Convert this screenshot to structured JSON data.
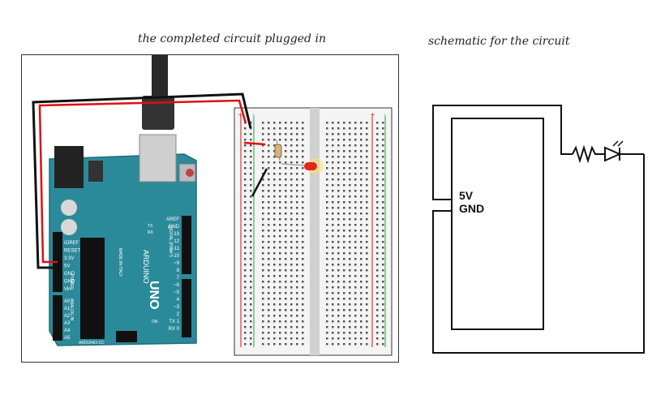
{
  "captions": {
    "photo": "the completed circuit plugged in",
    "schematic": "schematic for the circuit"
  },
  "board": {
    "brand": "ARDUINO",
    "model": "UNO",
    "site": "ARDUINO.CC",
    "made_in": "MADE IN ITALY",
    "power_labels": [
      "IOREF",
      "RESET",
      "3.3V",
      "5V",
      "GND",
      "GND",
      "Vin"
    ],
    "power_header": "POWER",
    "analog_labels": [
      "A0",
      "A1",
      "A2",
      "A3",
      "A4",
      "A5"
    ],
    "analog_header": "ANALOG IN",
    "digital_labels": [
      "AREF",
      "GND",
      "13",
      "12",
      "~11",
      "~10",
      "~9",
      "8",
      "7",
      "~6",
      "~5",
      "4",
      "~3",
      "2",
      "TX 1",
      "RX 0"
    ],
    "digital_header": "DIGITAL (PWM~)",
    "led_labels": [
      "TX",
      "RX",
      "L",
      "ON"
    ]
  },
  "breadboard": {
    "rail_plus": "+",
    "rail_minus": "-"
  },
  "schematic": {
    "pin_5v": "5V",
    "pin_gnd": "GND"
  },
  "colors": {
    "board": "#2b8a9a",
    "wire_red": "#e01010",
    "wire_black": "#111111",
    "led": "#e8241a",
    "breadboard": "#f4f4f4"
  }
}
